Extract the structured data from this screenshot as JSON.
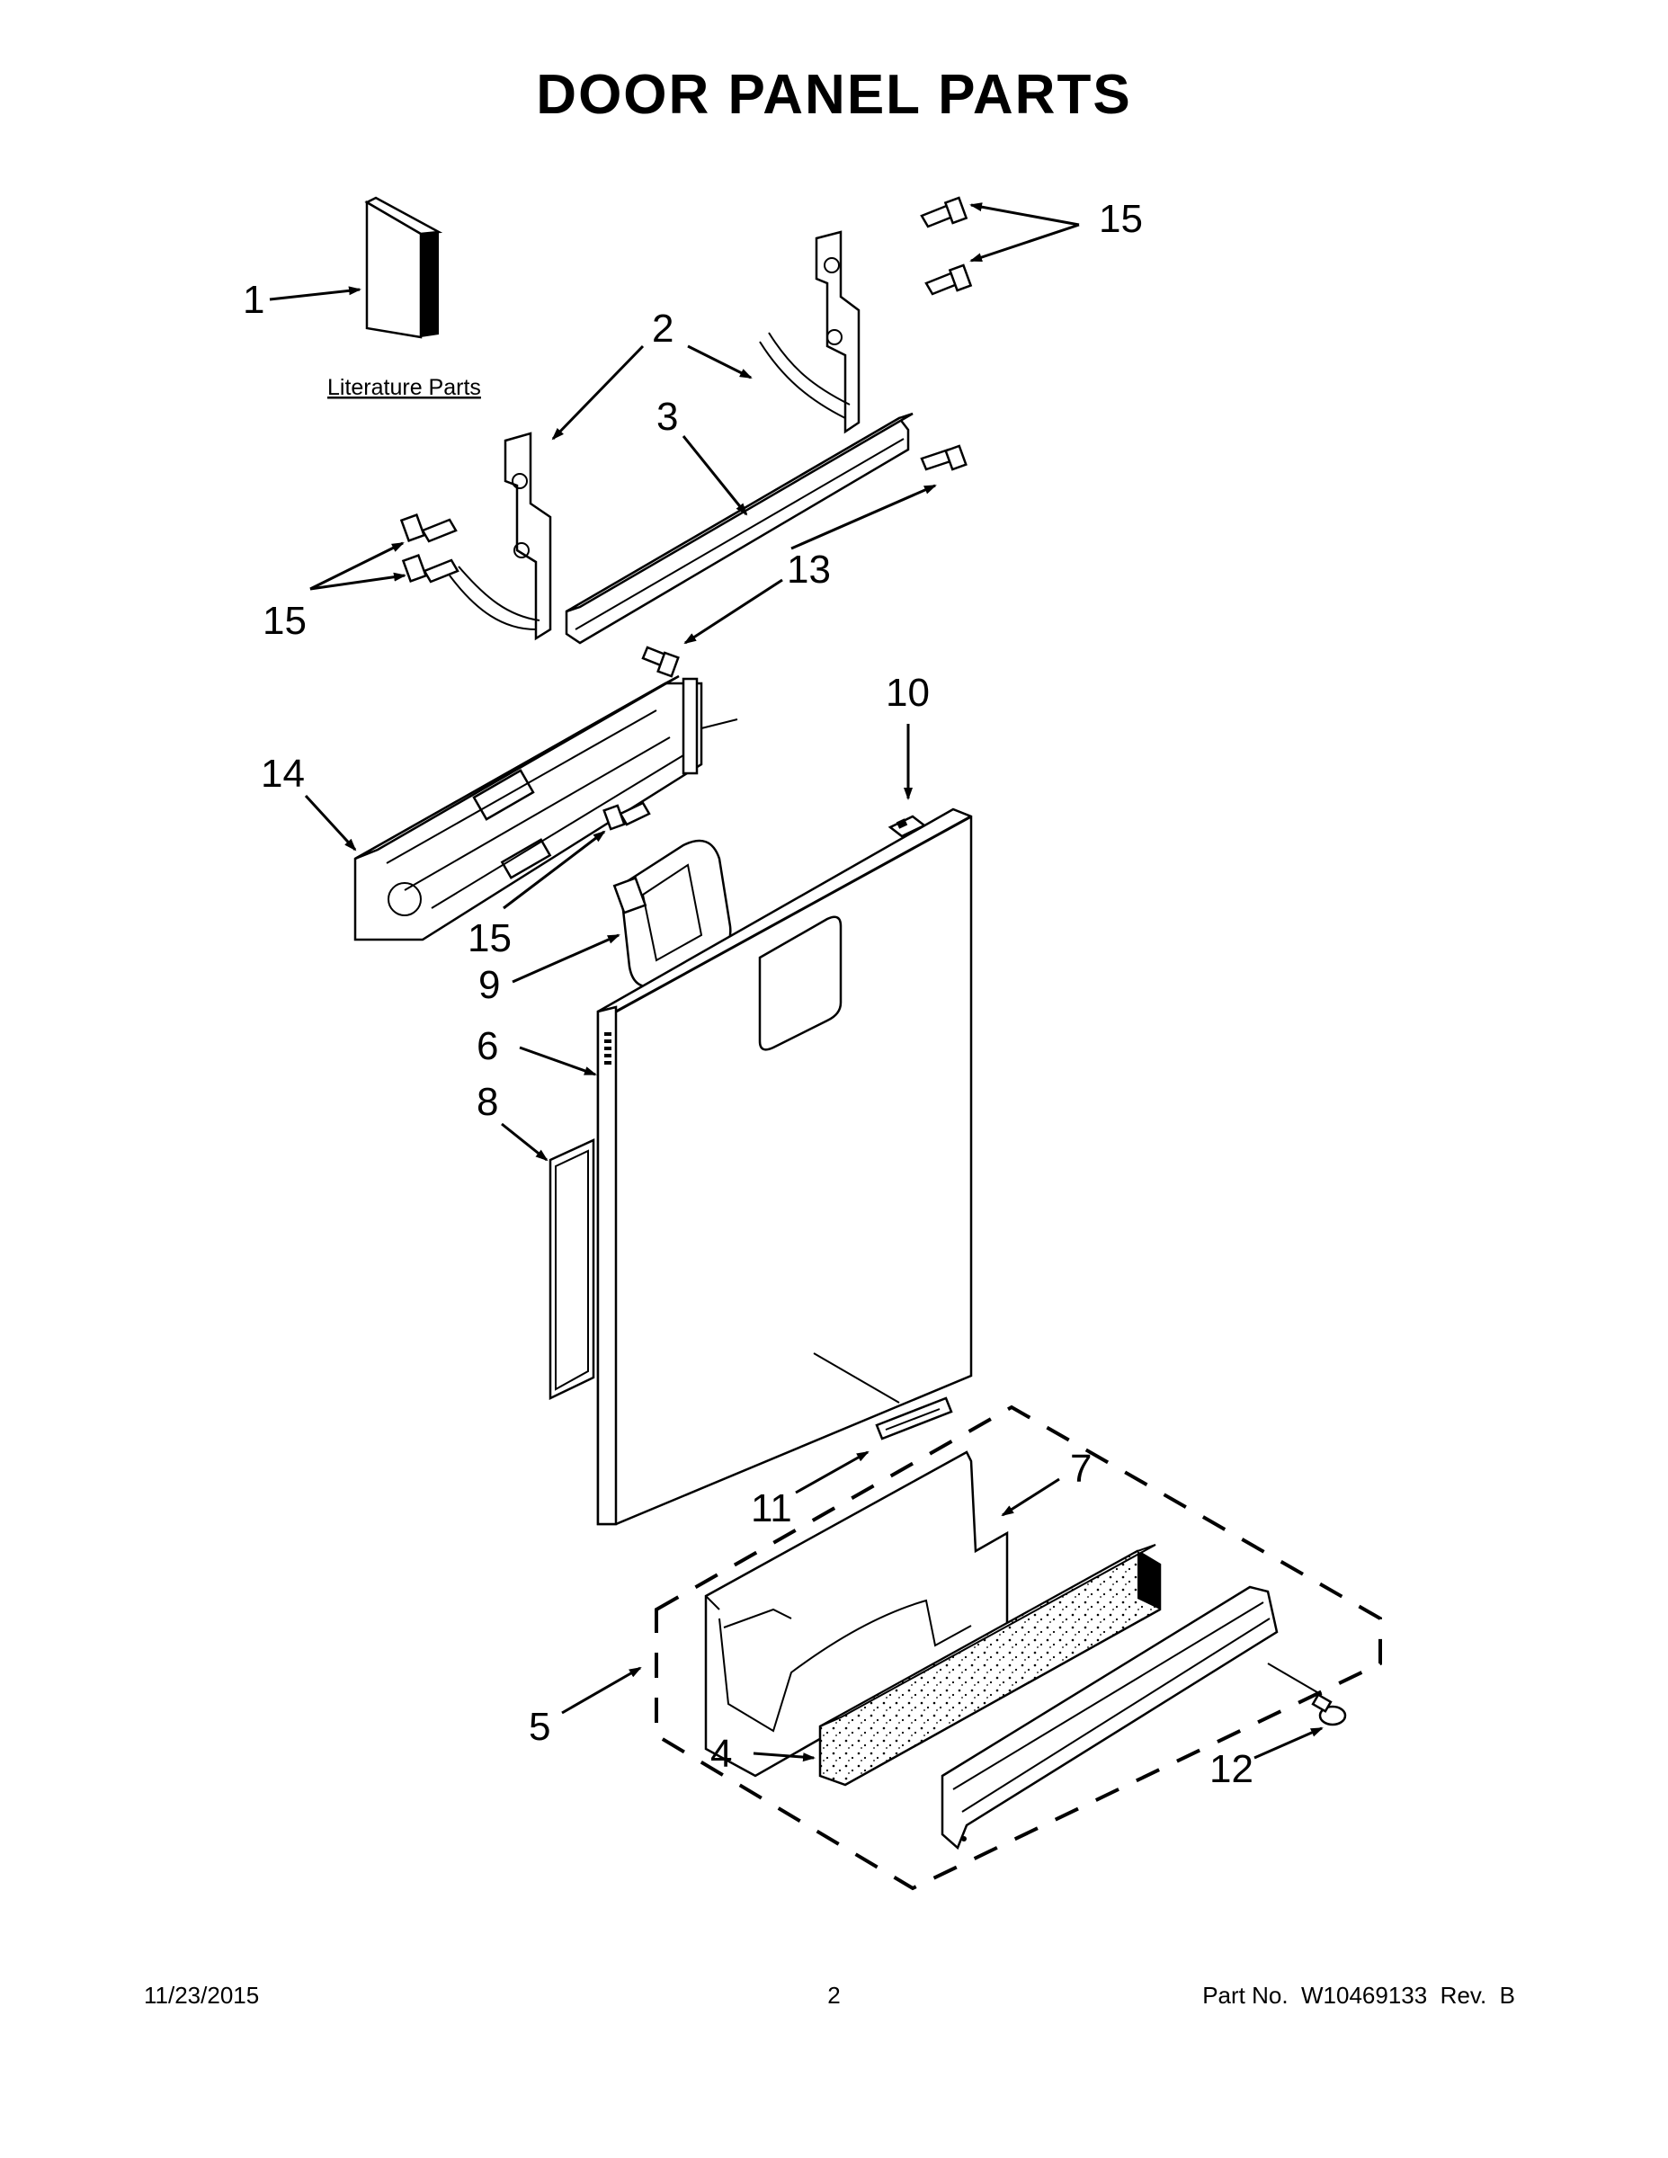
{
  "page": {
    "title": "DOOR PANEL PARTS",
    "footer": {
      "date": "11/23/2015",
      "page_number": "2",
      "part_number": "Part No.  W10469133  Rev.  B"
    }
  },
  "diagram": {
    "literature_label": "Literature Parts",
    "callouts": {
      "c1": "1",
      "c2": "2",
      "c3": "3",
      "c4": "4",
      "c5": "5",
      "c6": "6",
      "c7": "7",
      "c8": "8",
      "c9": "9",
      "c10": "10",
      "c11": "11",
      "c12": "12",
      "c13": "13",
      "c14": "14",
      "c15_top": "15",
      "c15_left": "15",
      "c15_mid": "15"
    }
  }
}
